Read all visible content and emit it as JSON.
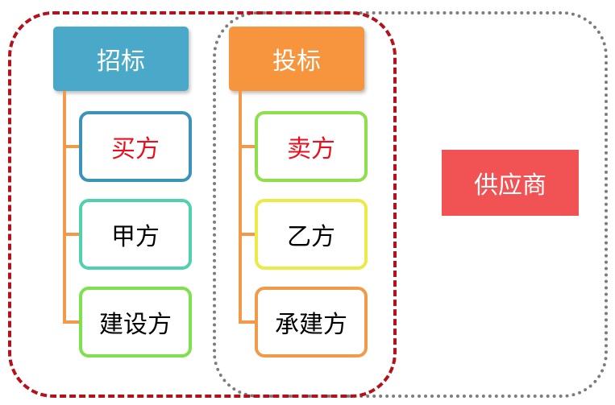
{
  "groups": [
    {
      "header": "招标",
      "header_color": "#4aa9c8",
      "items": [
        {
          "label": "买方",
          "text_color": "#e8101e",
          "border_color": "#3b93b8"
        },
        {
          "label": "甲方",
          "text_color": "#000000",
          "border_color": "#4fd1b0"
        },
        {
          "label": "建设方",
          "text_color": "#000000",
          "border_color": "#7ee04a"
        }
      ]
    },
    {
      "header": "投标",
      "header_color": "#f7953e",
      "items": [
        {
          "label": "卖方",
          "text_color": "#e8101e",
          "border_color": "#8ee04a"
        },
        {
          "label": "乙方",
          "text_color": "#000000",
          "border_color": "#eaeb45"
        },
        {
          "label": "承建方",
          "text_color": "#000000",
          "border_color": "#f29a4a"
        }
      ]
    }
  ],
  "supplier": {
    "label": "供应商",
    "color": "#f15354"
  },
  "regions": {
    "left_border_color": "#b3121b",
    "right_border_color": "#7c7c7c"
  },
  "connector_color": "#f29a4a"
}
